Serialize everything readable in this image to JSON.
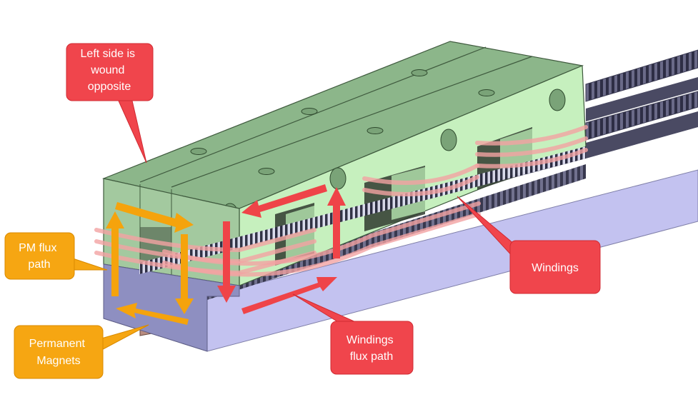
{
  "colors": {
    "rail_side": "#c3c2f0",
    "rail_top": "#9fa0cf",
    "rail_teeth": "#4a4a63",
    "mover_top": "#8cb68a",
    "mover_face": "#c6f0be",
    "mover_end": "#a3c99f",
    "callout_red": "#f0454c",
    "callout_orange": "#f6a612",
    "arrow_red": "#ef4448",
    "arrow_orange": "#f5a30c",
    "winding_glow": "#f2a3a3"
  },
  "callouts": {
    "left_side": {
      "lines": [
        "Left side is",
        "wound",
        "opposite"
      ]
    },
    "pm_flux": {
      "lines": [
        "PM flux",
        "path"
      ]
    },
    "permanent_magnets": {
      "lines": [
        "Permanent",
        "Magnets"
      ]
    },
    "windings": {
      "lines": [
        "Windings"
      ]
    },
    "windings_flux": {
      "lines": [
        "Windings",
        "flux path"
      ]
    }
  }
}
